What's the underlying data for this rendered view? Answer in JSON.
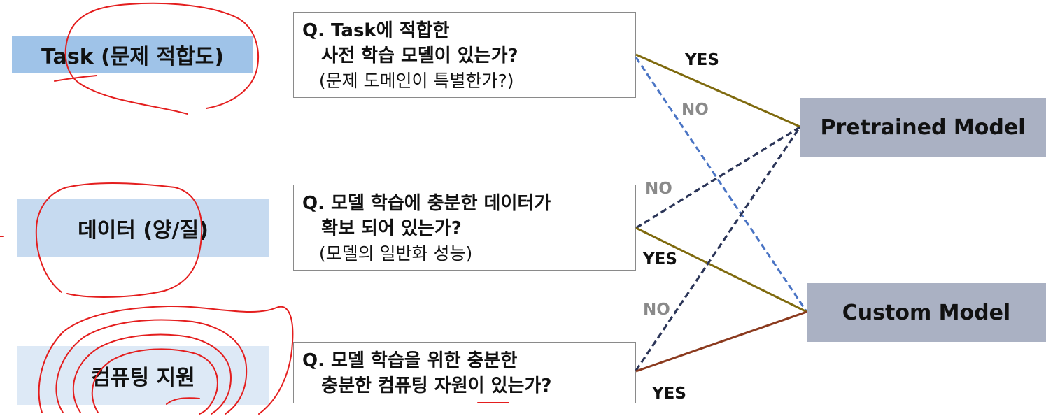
{
  "colors": {
    "task_fill": "#9fc3e8",
    "data_fill": "#c6daf0",
    "compute_fill": "#dde9f6",
    "model_fill": "#aab1c3",
    "yes_line_olive": "#7f6a0e",
    "yes_line_brown": "#8b3a1e",
    "no_line_navy": "#2b3558",
    "no_line_blue": "#4a74c4",
    "annotation_red": "#e41e1e"
  },
  "factors": {
    "task": "Task (문제 적합도)",
    "data": "데이터 (양/질)",
    "compute": "컴퓨팅 지원"
  },
  "questions": {
    "q1": {
      "line1": "Q. Task에 적합한",
      "line2": "   사전 학습 모델이 있는가?",
      "sub": "   (문제 도메인이 특별한가?)"
    },
    "q2": {
      "line1": "Q. 모델 학습에 충분한 데이터가",
      "line2": "   확보 되어 있는가?",
      "sub": "   (모델의 일반화 성능)"
    },
    "q3": {
      "line1": "Q. 모델 학습을 위한 충분한",
      "line2": "   충분한 컴퓨팅 자원이 있는가?"
    }
  },
  "models": {
    "pretrained": "Pretrained Model",
    "custom": "Custom Model"
  },
  "edge_labels": {
    "q1_yes": "YES",
    "q1_no": "NO",
    "q2_no": "NO",
    "q2_yes": "YES",
    "q3_no": "NO",
    "q3_yes": "YES"
  }
}
